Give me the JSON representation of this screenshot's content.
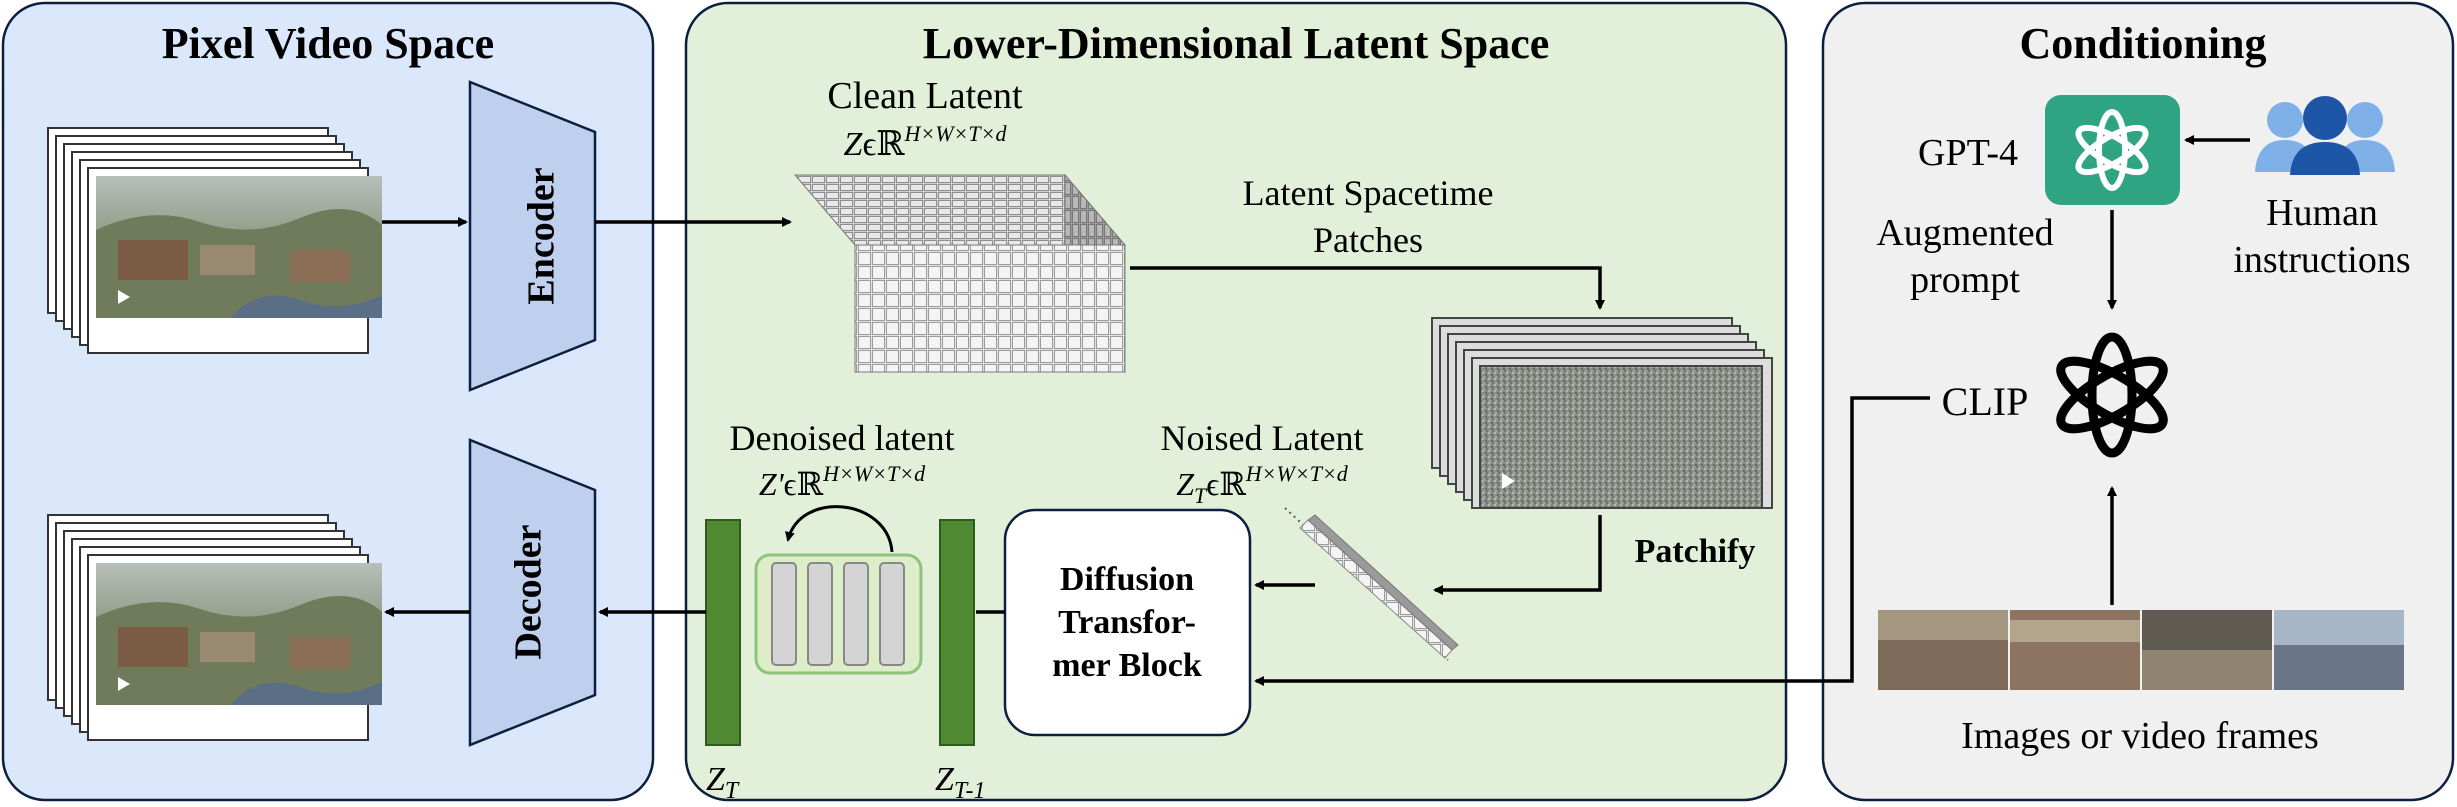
{
  "panels": {
    "pixel": {
      "title": "Pixel Video Space",
      "fill": "#dbe7fb"
    },
    "latent": {
      "title": "Lower-Dimensional Latent Space",
      "fill": "#e3f0d9"
    },
    "conditioning": {
      "title": "Conditioning",
      "fill": "#f0f0f0"
    }
  },
  "encoder": {
    "label": "Encoder"
  },
  "decoder": {
    "label": "Decoder"
  },
  "clean_latent": {
    "label": "Clean Latent",
    "formula_var": "Z",
    "formula_rest": "ϵℝ",
    "formula_sup": "H×W×T×d"
  },
  "spacetime_patches": {
    "line1": "Latent Spacetime",
    "line2": "Patches"
  },
  "patchify": {
    "label": "Patchify"
  },
  "noised_latent": {
    "label": "Noised Latent",
    "formula_var": "Z",
    "formula_sub": "T",
    "formula_rest": "ϵℝ",
    "formula_sup": "H×W×T×d"
  },
  "denoised_latent": {
    "label": "Denoised latent",
    "formula_var": "Z'",
    "formula_rest": "ϵℝ",
    "formula_sup": "H×W×T×d"
  },
  "dit_block": {
    "line1": "Diffusion",
    "line2": "Transfor-",
    "line3": "mer Block"
  },
  "z_t": {
    "var": "Z",
    "sub": "T"
  },
  "z_t_minus_1": {
    "var": "Z",
    "sub": "T-1"
  },
  "conditioning": {
    "gpt4": "GPT-4",
    "augmented_line1": "Augmented",
    "augmented_line2": "prompt",
    "human_line1": "Human",
    "human_line2": "instructions",
    "clip": "CLIP",
    "images_caption": "Images or video frames"
  },
  "colors": {
    "stroke": "#0c1f3f",
    "green_bar": "#4f8a32",
    "openai_teal": "#2ea483",
    "people_blue": "#4a86d2"
  }
}
